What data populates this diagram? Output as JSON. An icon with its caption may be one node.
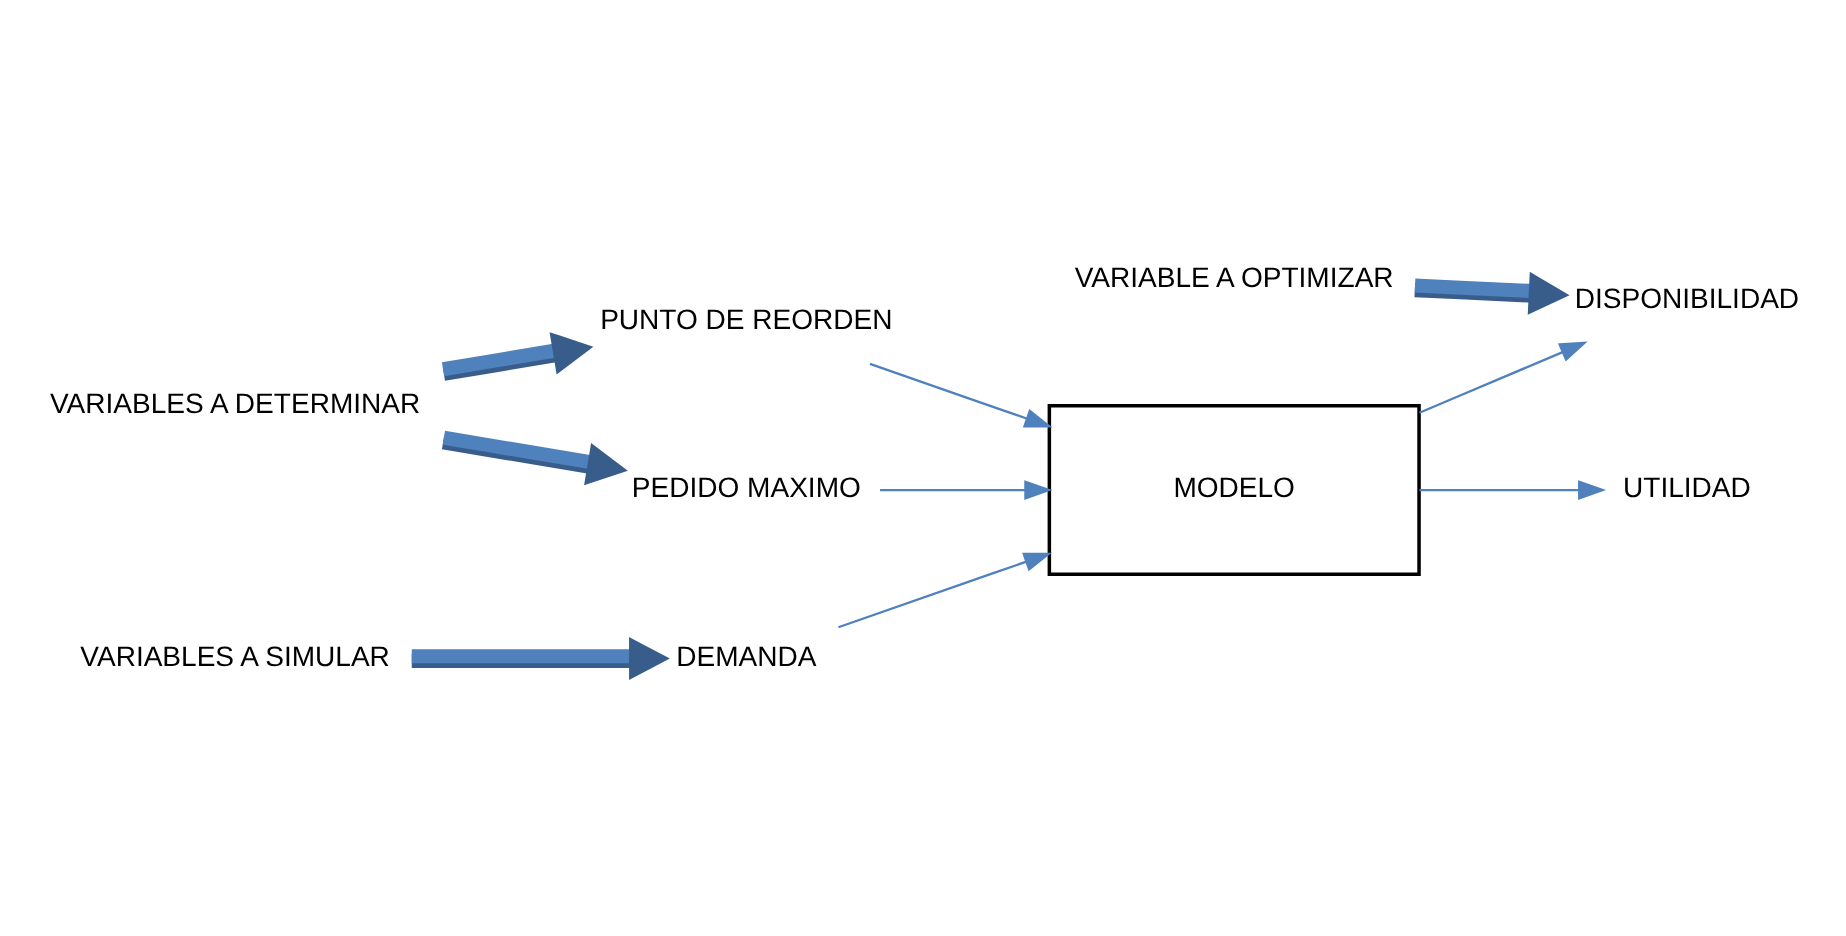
{
  "diagram": {
    "nodes": [
      {
        "text": [
          "DEMANDA"
        ]
      },
      {
        "text": [
          "MODELO"
        ]
      },
      {
        "text": [
          "UTILIDAD"
        ]
      },
      {
        "text": [
          "DISPONIBILIDAD"
        ]
      },
      {
        "text": [
          "PUNTO DE REORDEN"
        ]
      },
      {
        "text": [
          "PEDIDO MAXIMO"
        ]
      },
      {
        "text": [
          "VARIABLES A SIMULAR"
        ]
      },
      {
        "text": [
          "VARIABLE A OPTIMIZAR"
        ]
      },
      {
        "text": [
          "VARIABLES A DETERMINAR"
        ]
      }
    ],
    "edges": [
      {
        "from": 0,
        "to": 1,
        "arrow": "to"
      },
      {
        "from": 1,
        "to": 2,
        "arrow": "to"
      },
      {
        "from": 1,
        "to": 3,
        "arrow": "to"
      },
      {
        "from": 4,
        "to": 1,
        "arrow": "to"
      },
      {
        "from": 5,
        "to": 1,
        "arrow": "to"
      },
      {
        "from": 6,
        "to": 0,
        "arrow": "to",
        "style": "thick"
      },
      {
        "from": 7,
        "to": 3,
        "arrow": "to",
        "style": "thick"
      },
      {
        "from": 8,
        "to": 4,
        "arrow": "to",
        "style": "thick"
      },
      {
        "from": 8,
        "to": 5,
        "arrow": "to",
        "style": "thick"
      }
    ]
  }
}
